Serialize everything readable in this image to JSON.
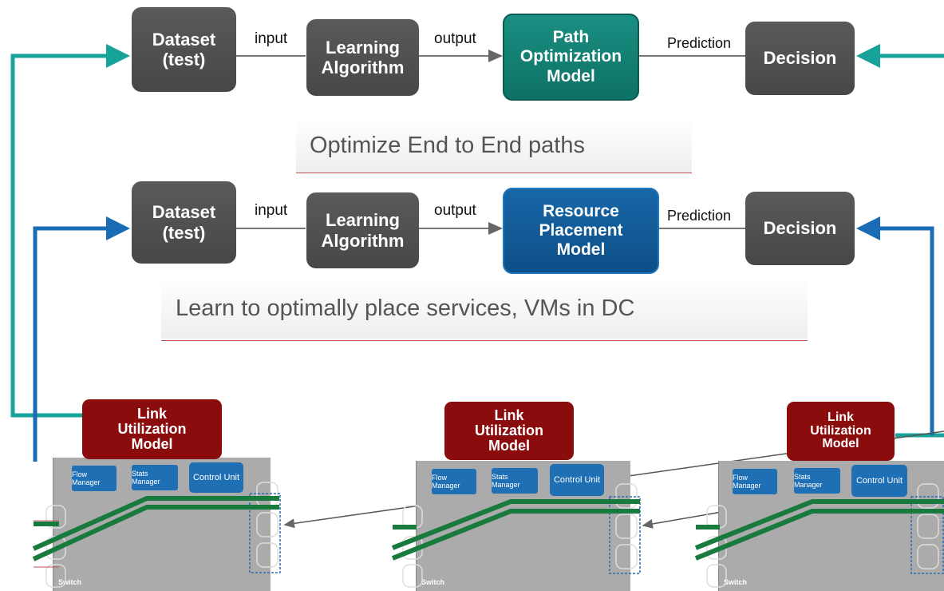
{
  "row1": {
    "dataset": "Dataset\n(test)",
    "input_label": "input",
    "learning": "Learning\nAlgorithm",
    "output_label": "output",
    "model": "Path\nOptimization\nModel",
    "prediction_label": "Prediction",
    "decision": "Decision",
    "banner": "Optimize End to End paths"
  },
  "row2": {
    "dataset": "Dataset\n(test)",
    "input_label": "input",
    "learning": "Learning\nAlgorithm",
    "output_label": "output",
    "model": "Resource\nPlacement\nModel",
    "prediction_label": "Prediction",
    "decision": "Decision",
    "banner": "Learn to optimally place services, VMs in DC"
  },
  "switches": [
    {
      "model": "Link\nUtilization\nModel",
      "flow_manager": "Flow Manager",
      "stats_manager": "Stats Manager",
      "control_unit": "Control Unit",
      "label": "Switch"
    },
    {
      "model": "Link\nUtilization\nModel",
      "flow_manager": "Flow Manager",
      "stats_manager": "Stats Manager",
      "control_unit": "Control Unit",
      "label": "Switch"
    },
    {
      "model": "Link\nUtilization\nModel",
      "flow_manager": "Flow Manager",
      "stats_manager": "Stats Manager",
      "control_unit": "Control Unit",
      "label": "Switch"
    }
  ],
  "colors": {
    "teal_arrow": "#17a29a",
    "blue_arrow": "#1a6cb5",
    "gray_box": "#4f4f4f",
    "model_teal": "#12806f",
    "model_blue": "#0f5892",
    "lum_red": "#8b0c0c",
    "flow_green": "#187a3c"
  }
}
